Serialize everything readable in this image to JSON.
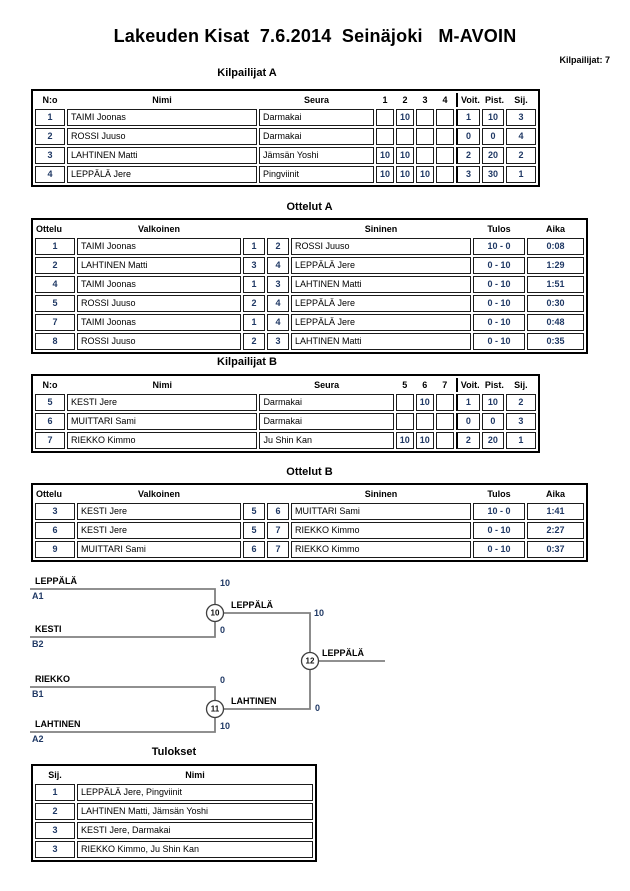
{
  "page": {
    "title": "Lakeuden Kisat  7.6.2014  Seinäjoki   M-AVOIN",
    "competitors_label": "Kilpailijat: 7"
  },
  "pool_a": {
    "title": "Kilpailijat A",
    "headers": {
      "no": "N:o",
      "name": "Nimi",
      "club": "Seura",
      "cols": [
        "1",
        "2",
        "3",
        "4"
      ],
      "wins": "Voit.",
      "points": "Pist.",
      "place": "Sij."
    },
    "rows": [
      {
        "no": "1",
        "name": "TAIMI Joonas",
        "club": "Darmakai",
        "scores": [
          "",
          "10",
          "",
          ""
        ],
        "wins": "1",
        "points": "10",
        "place": "3"
      },
      {
        "no": "2",
        "name": "ROSSI Juuso",
        "club": "Darmakai",
        "scores": [
          "",
          "",
          "",
          ""
        ],
        "wins": "0",
        "points": "0",
        "place": "4"
      },
      {
        "no": "3",
        "name": "LAHTINEN Matti",
        "club": "Jämsän Yoshi",
        "scores": [
          "10",
          "10",
          "",
          ""
        ],
        "wins": "2",
        "points": "20",
        "place": "2"
      },
      {
        "no": "4",
        "name": "LEPPÄLÄ Jere",
        "club": "Pingviinit",
        "scores": [
          "10",
          "10",
          "10",
          ""
        ],
        "wins": "3",
        "points": "30",
        "place": "1"
      }
    ]
  },
  "matches_a": {
    "title": "Ottelut A",
    "headers": {
      "match": "Ottelu",
      "white": "Valkoinen",
      "blue": "Sininen",
      "result": "Tulos",
      "time": "Aika"
    },
    "rows": [
      {
        "no": "1",
        "white": "TAIMI Joonas",
        "wno": "1",
        "bno": "2",
        "blue": "ROSSI Juuso",
        "result": "10 - 0",
        "time": "0:08"
      },
      {
        "no": "2",
        "white": "LAHTINEN Matti",
        "wno": "3",
        "bno": "4",
        "blue": "LEPPÄLÄ Jere",
        "result": "0 - 10",
        "time": "1:29"
      },
      {
        "no": "4",
        "white": "TAIMI Joonas",
        "wno": "1",
        "bno": "3",
        "blue": "LAHTINEN Matti",
        "result": "0 - 10",
        "time": "1:51"
      },
      {
        "no": "5",
        "white": "ROSSI Juuso",
        "wno": "2",
        "bno": "4",
        "blue": "LEPPÄLÄ Jere",
        "result": "0 - 10",
        "time": "0:30"
      },
      {
        "no": "7",
        "white": "TAIMI Joonas",
        "wno": "1",
        "bno": "4",
        "blue": "LEPPÄLÄ Jere",
        "result": "0 - 10",
        "time": "0:48"
      },
      {
        "no": "8",
        "white": "ROSSI Juuso",
        "wno": "2",
        "bno": "3",
        "blue": "LAHTINEN Matti",
        "result": "0 - 10",
        "time": "0:35"
      }
    ]
  },
  "pool_b": {
    "title": "Kilpailijat B",
    "headers": {
      "no": "N:o",
      "name": "Nimi",
      "club": "Seura",
      "cols": [
        "5",
        "6",
        "7"
      ],
      "wins": "Voit.",
      "points": "Pist.",
      "place": "Sij."
    },
    "rows": [
      {
        "no": "5",
        "name": "KESTI Jere",
        "club": "Darmakai",
        "scores": [
          "",
          "10",
          ""
        ],
        "wins": "1",
        "points": "10",
        "place": "2"
      },
      {
        "no": "6",
        "name": "MUITTARI Sami",
        "club": "Darmakai",
        "scores": [
          "",
          "",
          ""
        ],
        "wins": "0",
        "points": "0",
        "place": "3"
      },
      {
        "no": "7",
        "name": "RIEKKO Kimmo",
        "club": "Ju Shin Kan",
        "scores": [
          "10",
          "10",
          ""
        ],
        "wins": "2",
        "points": "20",
        "place": "1"
      }
    ]
  },
  "matches_b": {
    "title": "Ottelut B",
    "headers": {
      "match": "Ottelu",
      "white": "Valkoinen",
      "blue": "Sininen",
      "result": "Tulos",
      "time": "Aika"
    },
    "rows": [
      {
        "no": "3",
        "white": "KESTI Jere",
        "wno": "5",
        "bno": "6",
        "blue": "MUITTARI Sami",
        "result": "10 - 0",
        "time": "1:41"
      },
      {
        "no": "6",
        "white": "KESTI Jere",
        "wno": "5",
        "bno": "7",
        "blue": "RIEKKO Kimmo",
        "result": "0 - 10",
        "time": "2:27"
      },
      {
        "no": "9",
        "white": "MUITTARI Sami",
        "wno": "6",
        "bno": "7",
        "blue": "RIEKKO Kimmo",
        "result": "0 - 10",
        "time": "0:37"
      }
    ]
  },
  "bracket": {
    "semi1": {
      "top_name": "LEPPÄLÄ",
      "top_seed": "A1",
      "top_score": "10",
      "bottom_name": "KESTI",
      "bottom_seed": "B2",
      "bottom_score": "0",
      "match_no": "10",
      "winner": "LEPPÄLÄ",
      "winner_score": "10"
    },
    "semi2": {
      "top_name": "RIEKKO",
      "top_seed": "B1",
      "top_score": "0",
      "bottom_name": "LAHTINEN",
      "bottom_seed": "A2",
      "bottom_score": "10",
      "match_no": "11",
      "winner": "LAHTINEN",
      "winner_score": "0"
    },
    "final": {
      "match_no": "12",
      "winner": "LEPPÄLÄ"
    }
  },
  "results": {
    "title": "Tulokset",
    "headers": {
      "place": "Sij.",
      "name": "Nimi"
    },
    "rows": [
      {
        "place": "1",
        "name": "LEPPÄLÄ Jere, Pingviinit"
      },
      {
        "place": "2",
        "name": "LAHTINEN Matti, Jämsän Yoshi"
      },
      {
        "place": "3",
        "name": "KESTI Jere, Darmakai"
      },
      {
        "place": "3",
        "name": "RIEKKO Kimmo, Ju Shin Kan"
      }
    ]
  }
}
